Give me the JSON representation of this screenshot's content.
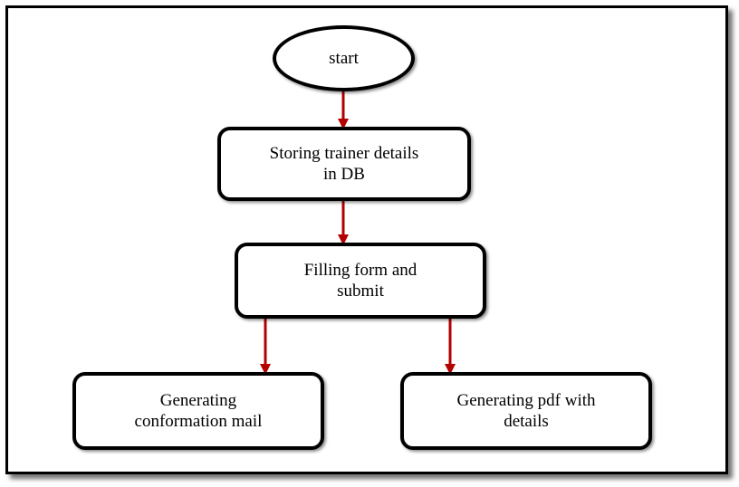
{
  "diagram": {
    "nodes": {
      "start": "start",
      "store": "Storing trainer details\nin DB",
      "fill": "Filling form and\nsubmit",
      "mail": "Generating\nconformation mail",
      "pdf": "Generating pdf with\ndetails"
    },
    "edges": [
      {
        "from": "start",
        "to": "store"
      },
      {
        "from": "store",
        "to": "fill"
      },
      {
        "from": "fill",
        "to": "mail"
      },
      {
        "from": "fill",
        "to": "pdf"
      }
    ],
    "colors": {
      "arrow": "#b30000",
      "border": "#000000",
      "background": "#ffffff"
    }
  }
}
